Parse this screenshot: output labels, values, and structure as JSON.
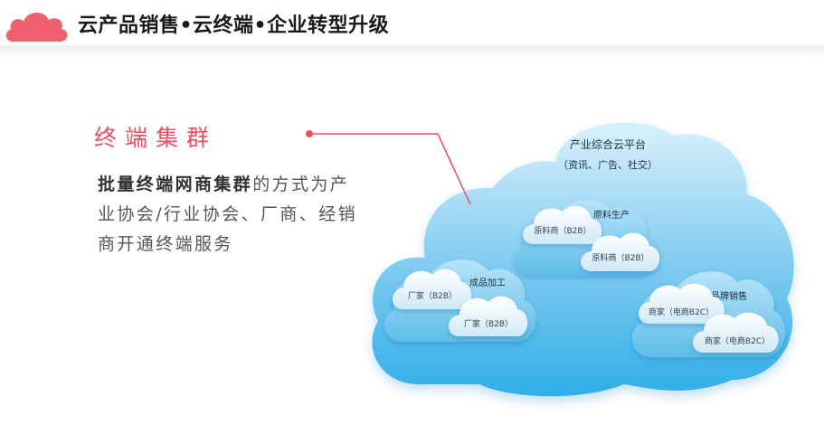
{
  "header": {
    "title": "云产品销售•云终端•企业转型升级",
    "logo_icon": "cloud-icon",
    "accent_color": "#f0606e"
  },
  "section": {
    "title": "终端集群",
    "description_bold": "批量终端网商集群",
    "description_rest": "的方式为产业协会/行业协会、厂商、经销商开通终端服务"
  },
  "diagram": {
    "platform": {
      "title": "产业综合云平台",
      "subtitle": "（资讯、广告、社交）"
    },
    "groups": [
      {
        "title": "原料生产",
        "items": [
          "原料商（B2B）",
          "原料商（B2B）"
        ]
      },
      {
        "title": "成品加工",
        "items": [
          "厂家（B2B）",
          "厂家（B2B）"
        ]
      },
      {
        "title": "品牌销售",
        "items": [
          "商家（电商B2C）",
          "商家（电商B2C）"
        ]
      }
    ],
    "colors": {
      "cloud_top": "#d9f1fd",
      "cloud_bottom": "#2faee8",
      "connector": "#e8505b"
    }
  }
}
